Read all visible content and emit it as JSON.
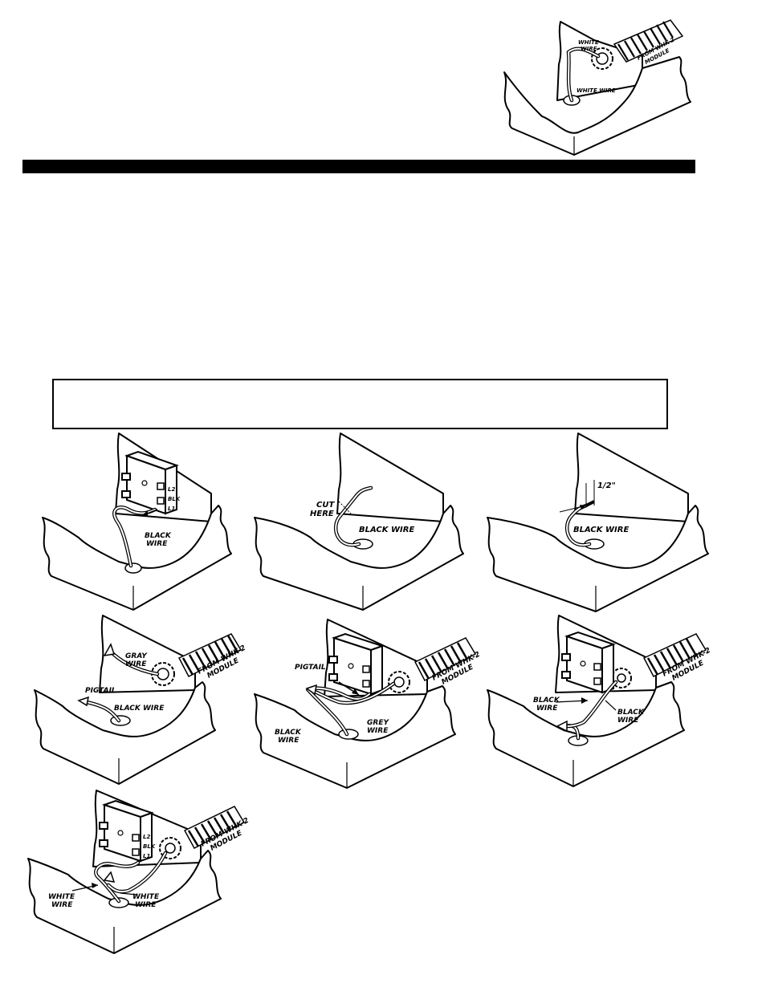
{
  "figures": {
    "top_right": {
      "conduit_label_1": "FROM WHK-2",
      "conduit_label_2": "MODULE",
      "wire_upper": "WHITE",
      "wire_upper_2": "WIRE",
      "wire_lower": "WHITE WIRE"
    },
    "step1": {
      "terminal_labels": [
        "L2",
        "BLK",
        "L1"
      ],
      "wire_label_1": "BLACK",
      "wire_label_2": "WIRE"
    },
    "step2": {
      "cut_label_1": "CUT",
      "cut_label_2": "HERE",
      "wire_label": "BLACK WIRE"
    },
    "step3": {
      "dimension": "1/2\"",
      "wire_label": "BLACK WIRE"
    },
    "step4": {
      "gray_1": "GRAY",
      "gray_2": "WIRE",
      "pigtail": "PIGTAIL",
      "black": "BLACK WIRE",
      "conduit_1": "FROM WHK-2",
      "conduit_2": "MODULE"
    },
    "step5": {
      "pigtail": "PIGTAIL",
      "black_1": "BLACK",
      "black_2": "WIRE",
      "grey_1": "GREY",
      "grey_2": "WIRE",
      "conduit_1": "FROM WHK-2",
      "conduit_2": "MODULE"
    },
    "step6": {
      "black_a_1": "BLACK",
      "black_a_2": "WIRE",
      "black_b_1": "BLACK",
      "black_b_2": "WIRE",
      "conduit_1": "FROM WHK-2",
      "conduit_2": "MODULE"
    },
    "step7": {
      "white_a_1": "WHITE",
      "white_a_2": "WIRE",
      "white_b_1": "WHITE",
      "white_b_2": "WIRE",
      "conduit_1": "FROM WHK-2",
      "conduit_2": "MODULE"
    }
  }
}
